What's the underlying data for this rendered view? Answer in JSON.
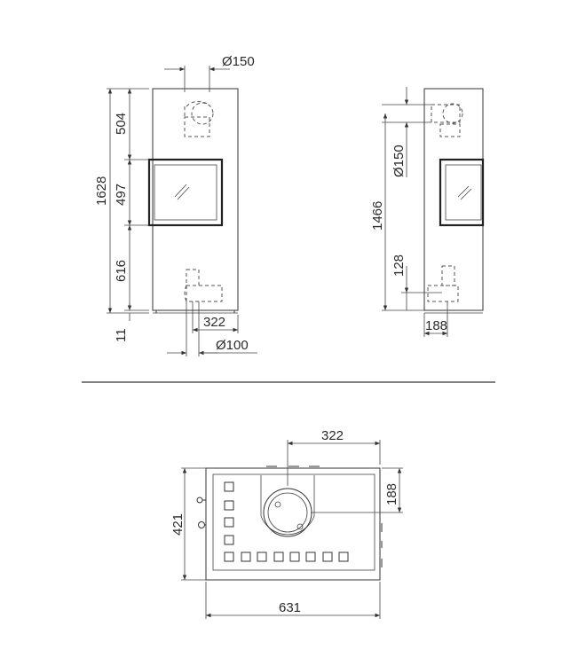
{
  "front_view": {
    "flue_top_dia": "Ø150",
    "height_total": "1628",
    "height_top": "504",
    "height_window": "497",
    "height_lower": "616",
    "height_feet": "11",
    "offset_bottom": "322",
    "flue_bottom_dia": "Ø100"
  },
  "side_view": {
    "flue_dia": "Ø150",
    "flue_height": "1466",
    "lower_flue_height": "128",
    "depth_offset": "188"
  },
  "top_view": {
    "offset_x": "322",
    "offset_y": "188",
    "depth": "421",
    "width": "631"
  }
}
